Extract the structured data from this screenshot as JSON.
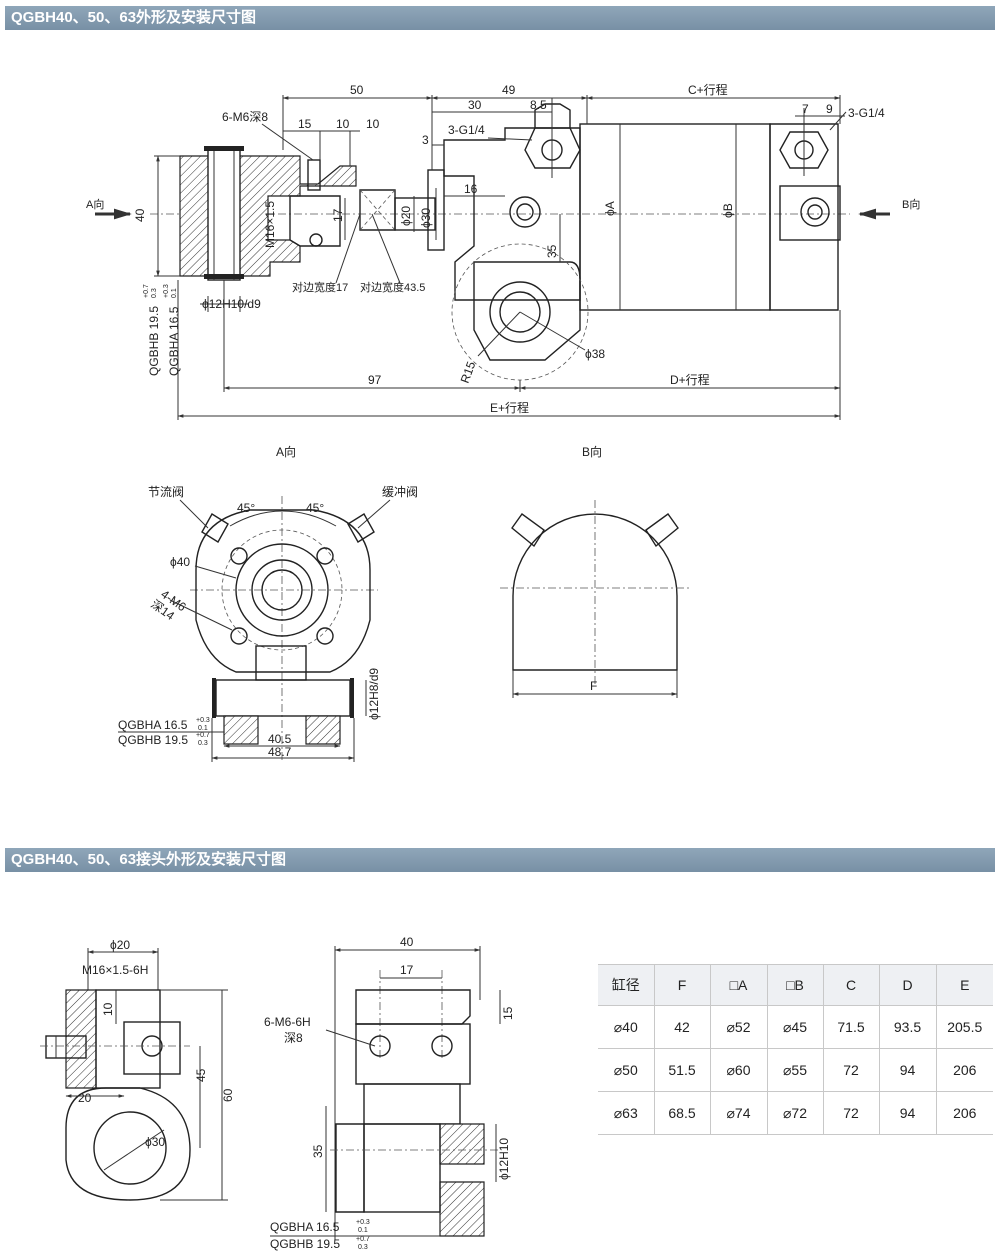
{
  "banners": {
    "top": "QGBH40、50、63外形及安装尺寸图",
    "bottom": "QGBH40、50、63接头外形及安装尺寸图"
  },
  "main_view": {
    "dim_50": "50",
    "dim_49": "49",
    "dim_c": "C+行程",
    "dim_30": "30",
    "dim_8_5": "8.5",
    "dim_7": "7",
    "dim_9": "9",
    "dim_15": "15",
    "dim_10a": "10",
    "dim_10b": "10",
    "label_6m6": "6-M6深8",
    "label_3g_left": "3-G1/4",
    "label_3g_right": "3-G1/4",
    "dim_3": "3",
    "dim_16": "16",
    "dim_40": "40",
    "dim_17": "17",
    "label_m16": "M16×1.5",
    "dim_phi20": "ϕ20",
    "dim_phi30": "ϕ30",
    "label_phiA": "ϕA",
    "label_phiB": "ϕB",
    "dim_35": "35",
    "label_a_dir": "A向",
    "label_b_dir": "B向",
    "label_flat17": "对边宽度17",
    "label_flat43": "对边宽度43.5",
    "label_phi12h10": "ϕ12H10/d9",
    "label_r15": "R15",
    "label_phi38": "ϕ38",
    "dim_97": "97",
    "dim_d": "D+行程",
    "dim_e": "E+行程",
    "label_qgbhb_v": "QGBHB 19.5",
    "label_qgbha_v": "QGBHA 16.5",
    "tol_b_up": "+0.7",
    "tol_b_dn": "0.3",
    "tol_a_up": "+0.3",
    "tol_a_dn": "0.1"
  },
  "a_view": {
    "title": "A向",
    "label_throttle": "节流阀",
    "label_buffer": "缓冲阀",
    "deg_left": "45°",
    "deg_right": "45°",
    "label_phi40": "ϕ40",
    "label_4m6": "4-M6",
    "label_depth14": "深14",
    "label_phi12h8": "ϕ12H8/d9",
    "label_qgbha": "QGBHA 16.5",
    "label_qgbhb": "QGBHB 19.5",
    "tol_a_up": "+0.3",
    "tol_a_dn": "0.1",
    "tol_b_up": "+0.7",
    "tol_b_dn": "0.3",
    "dim_40_5": "40.5",
    "dim_48_7": "48.7"
  },
  "b_view": {
    "title": "B向",
    "label_f": "F"
  },
  "joint_left": {
    "dim_phi20": "ϕ20",
    "label_m16": "M16×1.5-6H",
    "dim_10": "10",
    "dim_20": "20",
    "dim_45": "45",
    "dim_60": "60",
    "label_phi30": "ϕ30"
  },
  "joint_right": {
    "dim_40": "40",
    "dim_17": "17",
    "dim_15": "15",
    "label_6m6": "6-M6-6H",
    "label_depth8": "深8",
    "dim_35": "35",
    "label_phi12h10": "ϕ12H10",
    "label_qgbha": "QGBHA 16.5",
    "label_qgbhb": "QGBHB 19.5",
    "tol_a_up": "+0.3",
    "tol_a_dn": "0.1",
    "tol_b_up": "+0.7",
    "tol_b_dn": "0.3"
  },
  "spec_table": {
    "headers": [
      "缸径",
      "F",
      "□A",
      "□B",
      "C",
      "D",
      "E"
    ],
    "rows": [
      [
        "⌀40",
        "42",
        "⌀52",
        "⌀45",
        "71.5",
        "93.5",
        "205.5"
      ],
      [
        "⌀50",
        "51.5",
        "⌀60",
        "⌀55",
        "72",
        "94",
        "206"
      ],
      [
        "⌀63",
        "68.5",
        "⌀74",
        "⌀72",
        "72",
        "94",
        "206"
      ]
    ]
  }
}
